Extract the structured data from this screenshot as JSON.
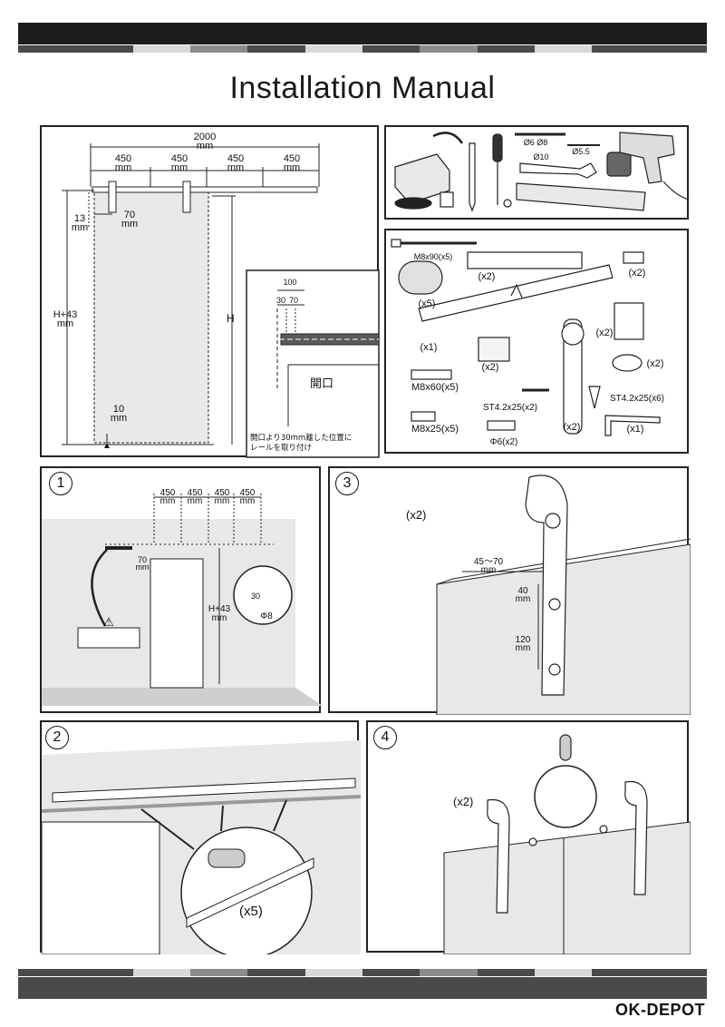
{
  "title": "Installation Manual",
  "brand": "OK-DEPOT",
  "colors": {
    "bar": "#1d1d1d",
    "stripe_dark": "#4a4a4a",
    "stripe_mid": "#8c8c8c",
    "stripe_light": "#d4d4d4",
    "panel_fill": "#e8e8e8"
  },
  "stripe_pattern": [
    "#4a4a4a",
    "#4a4a4a",
    "#d9d9d9",
    "#8c8c8c",
    "#4a4a4a",
    "#d9d9d9",
    "#4a4a4a",
    "#8c8c8c",
    "#4a4a4a",
    "#d9d9d9",
    "#4a4a4a",
    "#4a4a4a"
  ],
  "dimensions": {
    "total": "2000",
    "unit": "mm",
    "seg1": "450",
    "seg2": "450",
    "seg3": "450",
    "seg4": "450",
    "offset_13": "13",
    "offset_70": "70",
    "height": "H+43",
    "h": "H",
    "gap_10": "10"
  },
  "detail": {
    "d100": "100",
    "d30": "30",
    "d70": "70",
    "opening": "開口",
    "note_line1": "開口より30mm離した位置に",
    "note_line2": "レールを取り付け"
  },
  "tools": {
    "drill1": "Ø6 Ø8",
    "drill2": "Ø5.5",
    "wrench": "Ø10"
  },
  "parts": {
    "bolt_long": "M8x90(x5)",
    "spacer_qty": "(x5)",
    "stop_qty": "(x2)",
    "bracket_qty": "(x2)",
    "rail_qty": "(x1)",
    "guide_qty": "(x2)",
    "hanger_qty": "(x2)",
    "anchor_block_qty": "(x2)",
    "washer_qty": "(x2)",
    "bolt_m8x60": "M8x60(x5)",
    "bolt_m8x25": "M8x25(x5)",
    "screw_small": "ST4.2x25(x2)",
    "screw_large": "ST4.2x25(x6)",
    "plug": "Φ6(x2)",
    "hanger2_qty": "(x2)",
    "allen_qty": "(x1)"
  },
  "steps": {
    "s1": {
      "num": "1",
      "seg1": "450",
      "seg2": "450",
      "seg3": "450",
      "seg4": "450",
      "unit": "mm",
      "offset": "70",
      "height": "H+43",
      "d30": "30",
      "drill": "Φ8"
    },
    "s2": {
      "num": "2",
      "qty": "(x5)"
    },
    "s3": {
      "num": "3",
      "qty": "(x2)",
      "range": "45～70",
      "d40": "40",
      "d120": "120",
      "unit": "mm"
    },
    "s4": {
      "num": "4",
      "qty": "(x2)"
    }
  }
}
